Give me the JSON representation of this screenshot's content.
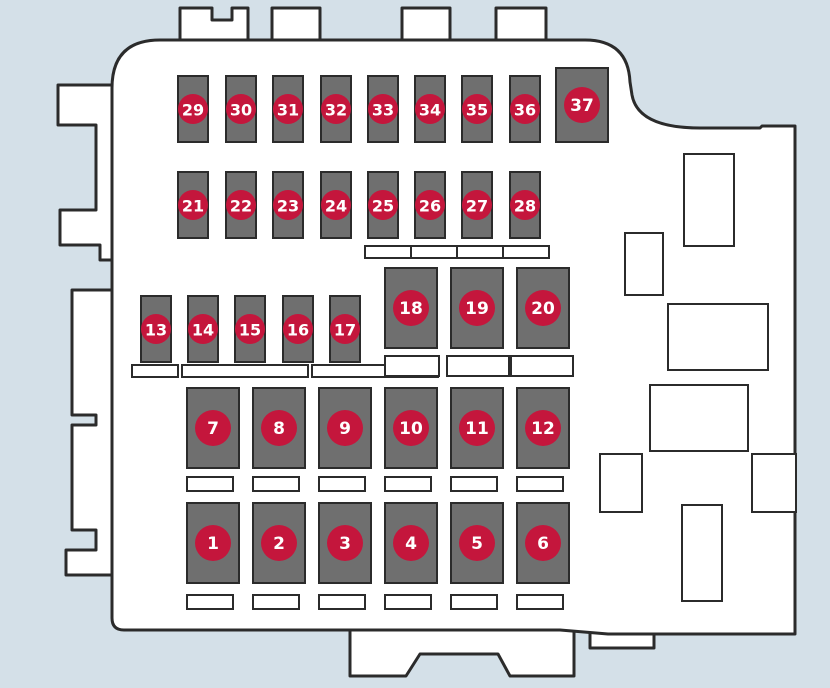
{
  "fuse_box": {
    "fuses": [
      {
        "number": "1"
      },
      {
        "number": "2"
      },
      {
        "number": "3"
      },
      {
        "number": "4"
      },
      {
        "number": "5"
      },
      {
        "number": "6"
      },
      {
        "number": "7"
      },
      {
        "number": "8"
      },
      {
        "number": "9"
      },
      {
        "number": "10"
      },
      {
        "number": "11"
      },
      {
        "number": "12"
      },
      {
        "number": "13"
      },
      {
        "number": "14"
      },
      {
        "number": "15"
      },
      {
        "number": "16"
      },
      {
        "number": "17"
      },
      {
        "number": "18"
      },
      {
        "number": "19"
      },
      {
        "number": "20"
      },
      {
        "number": "21"
      },
      {
        "number": "22"
      },
      {
        "number": "23"
      },
      {
        "number": "24"
      },
      {
        "number": "25"
      },
      {
        "number": "26"
      },
      {
        "number": "27"
      },
      {
        "number": "28"
      },
      {
        "number": "29"
      },
      {
        "number": "30"
      },
      {
        "number": "31"
      },
      {
        "number": "32"
      },
      {
        "number": "33"
      },
      {
        "number": "34"
      },
      {
        "number": "35"
      },
      {
        "number": "36"
      },
      {
        "number": "37"
      }
    ]
  },
  "colors": {
    "background": "#d4e0e8",
    "housing": "#ffffff",
    "outline": "#2b2b2b",
    "fuse_body": "#6f6f6f",
    "badge": "#c4163c",
    "badge_text": "#ffffff"
  }
}
